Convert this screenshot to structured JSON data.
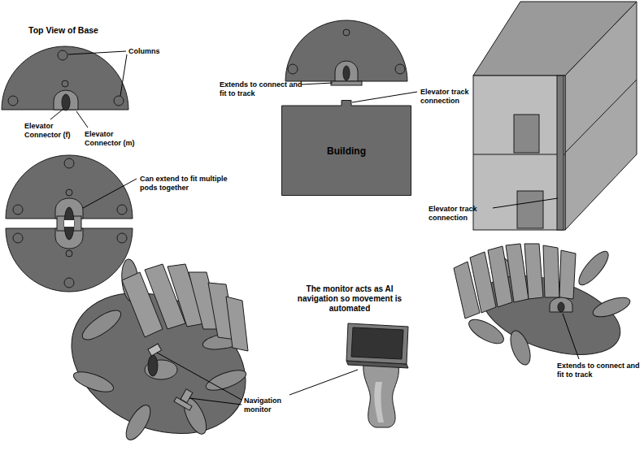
{
  "diagram": {
    "nodes": [
      {
        "text": [
          "Building"
        ]
      }
    ],
    "labels": [
      "Top View of Base",
      "Columns",
      "Elevator Connector (f)",
      "Elevator Connector (m)",
      "Can extend to fit multiple pods together",
      "Extends to connect and fit to track",
      "Elevator track connection",
      "Elevator track connection",
      "The monitor acts as AI navigation so movement is automated",
      "Navigation monitor",
      "Extends to connect and fit to track"
    ]
  }
}
